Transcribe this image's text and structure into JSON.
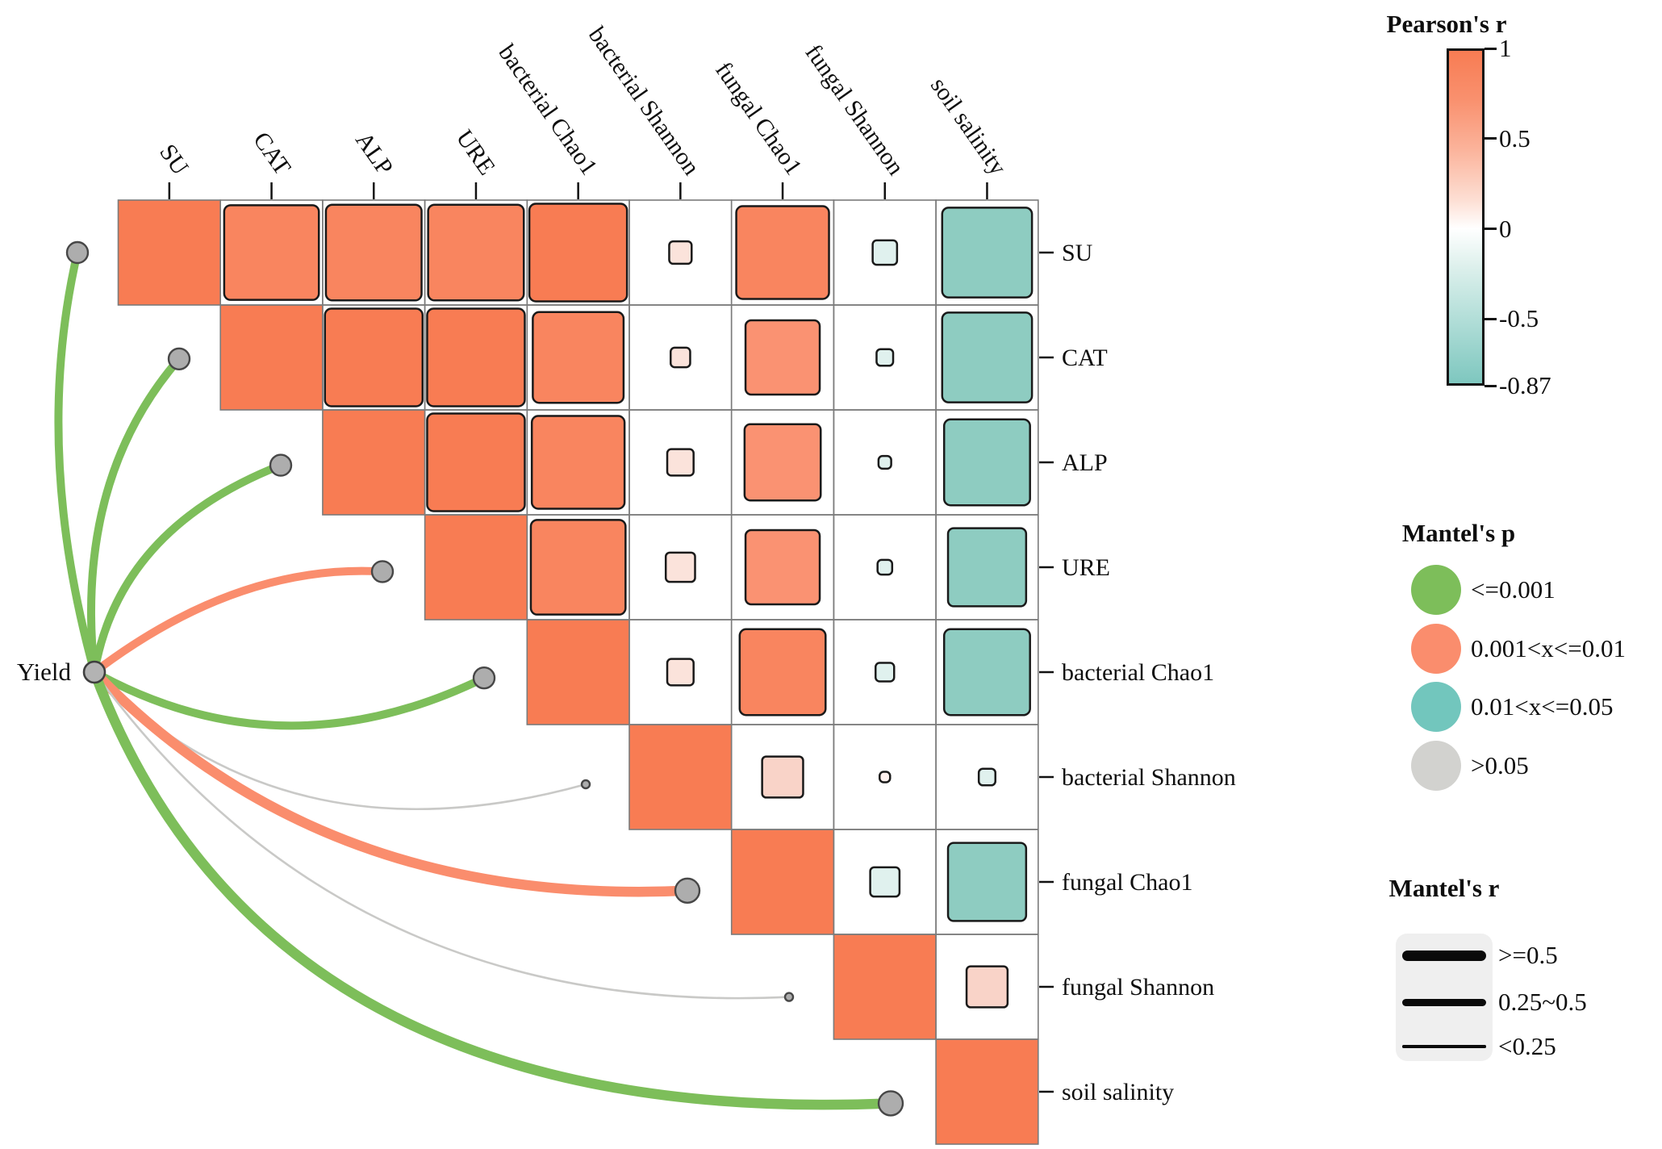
{
  "network": {
    "hub_label": "Yield"
  },
  "legend": {
    "pearson": {
      "title": "Pearson's r",
      "range": {
        "max": 1,
        "min": -0.87
      },
      "ticks": [
        {
          "label": "1",
          "value": 1
        },
        {
          "label": "0.5",
          "value": 0.5
        },
        {
          "label": "0",
          "value": 0
        },
        {
          "label": "-0.5",
          "value": -0.5
        },
        {
          "label": "-0.87",
          "value": -0.87
        }
      ]
    },
    "mantel_p": {
      "title": "Mantel's p",
      "items": [
        {
          "label": "<=0.001",
          "color": "#7DBE5A"
        },
        {
          "label": "0.001<x<=0.01",
          "color": "#FA8D6D"
        },
        {
          "label": "0.01<x<=0.05",
          "color": "#72C6BD"
        },
        {
          "label": ">0.05",
          "color": "#D2D2CF"
        }
      ]
    },
    "mantel_r": {
      "title": "Mantel's r",
      "items": [
        {
          "label": ">=0.5",
          "weight": 13
        },
        {
          "label": "0.25~0.5",
          "weight": 9
        },
        {
          "label": "<0.25",
          "weight": 3.5
        }
      ]
    }
  },
  "palette": {
    "orange_strong": "#F87C53",
    "orange": "#F9855F",
    "salmon": "#FA9272",
    "pink_medium": "#F9D3C8",
    "pink_light": "#FBE3DB",
    "pink_faint": "#FDF0ED",
    "teal_light": "#E0F1EE",
    "teal_strong": "#8ECCC1",
    "line_green": "#7DBE5A",
    "line_orange": "#FA8D6D",
    "line_teal": "#72C6BD",
    "line_gray": "#C9C9C7",
    "node_fill": "#ADADAD",
    "node_stroke": "#474747",
    "grid": "#7B7B7B",
    "square_stroke": "#1A1A1A",
    "legend_box": "#EFEFEF",
    "text": "#0E0E0E"
  },
  "chart_data": {
    "type": "heatmap",
    "subtype": "mantel-test-correlation-plot",
    "legend_position": "right",
    "variables": [
      "SU",
      "CAT",
      "ALP",
      "URE",
      "bacterial Chao1",
      "bacterial Shannon",
      "fungal Chao1",
      "fungal Shannon",
      "soil salinity"
    ],
    "pearson_note": "upper-triangle squares, size and color scaled to Pearson's r, range 1 to -0.87",
    "pearson_r": [
      [
        1,
        0.97,
        0.98,
        0.98,
        1.0,
        0.23,
        0.95,
        -0.25,
        -0.92
      ],
      [
        null,
        1,
        1.0,
        1.0,
        0.93,
        0.2,
        0.76,
        -0.17,
        -0.92
      ],
      [
        null,
        null,
        1,
        1.0,
        0.95,
        0.27,
        0.78,
        -0.13,
        -0.88
      ],
      [
        null,
        null,
        null,
        1,
        0.97,
        0.3,
        0.76,
        -0.15,
        -0.8
      ],
      [
        null,
        null,
        null,
        null,
        1,
        0.27,
        0.88,
        -0.19,
        -0.88
      ],
      [
        null,
        null,
        null,
        null,
        null,
        1,
        0.42,
        0.1,
        -0.17
      ],
      [
        null,
        null,
        null,
        null,
        null,
        null,
        1,
        -0.3,
        -0.8
      ],
      [
        null,
        null,
        null,
        null,
        null,
        null,
        null,
        1,
        0.42
      ],
      [
        null,
        null,
        null,
        null,
        null,
        null,
        null,
        null,
        1
      ]
    ],
    "mantel": [
      {
        "source": "Yield",
        "target": "SU",
        "p": "<=0.001",
        "r": "0.25~0.5"
      },
      {
        "source": "Yield",
        "target": "CAT",
        "p": "<=0.001",
        "r": "0.25~0.5"
      },
      {
        "source": "Yield",
        "target": "ALP",
        "p": "<=0.001",
        "r": "0.25~0.5"
      },
      {
        "source": "Yield",
        "target": "URE",
        "p": "0.001<x<=0.01",
        "r": "0.25~0.5"
      },
      {
        "source": "Yield",
        "target": "bacterial Chao1",
        "p": "<=0.001",
        "r": "0.25~0.5"
      },
      {
        "source": "Yield",
        "target": "bacterial Shannon",
        "p": ">0.05",
        "r": "<0.25"
      },
      {
        "source": "Yield",
        "target": "fungal Chao1",
        "p": "0.001<x<=0.01",
        "r": ">=0.5"
      },
      {
        "source": "Yield",
        "target": "fungal Shannon",
        "p": ">0.05",
        "r": "<0.25"
      },
      {
        "source": "Yield",
        "target": "soil salinity",
        "p": "<=0.001",
        "r": ">=0.5"
      }
    ]
  }
}
